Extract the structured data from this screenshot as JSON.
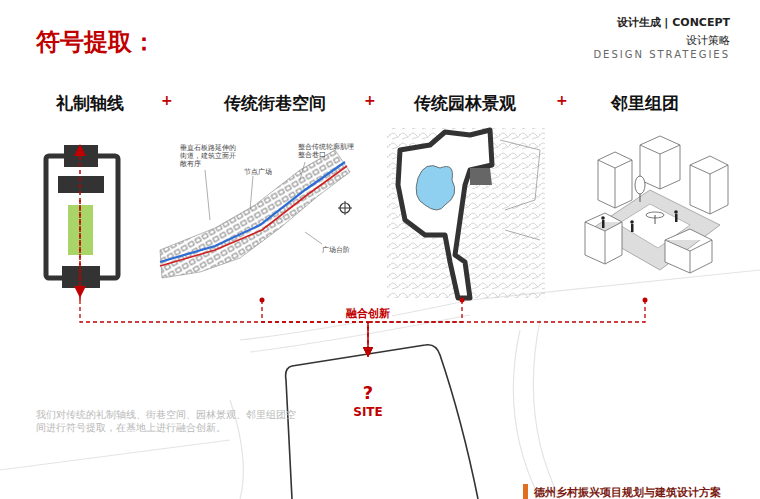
{
  "diagram": {
    "title": "符号提取：",
    "nodes": [
      {
        "text": [
          "礼制轴线"
        ]
      },
      {
        "text": [
          "传统街巷空间"
        ]
      },
      {
        "text": [
          "传统园林景观"
        ]
      },
      {
        "text": [
          "邻里组团"
        ]
      },
      {
        "text": [
          "?",
          "SITE"
        ]
      }
    ],
    "edges": [
      {
        "from": 0,
        "to": 4,
        "arrow": "to"
      },
      {
        "from": 1,
        "to": 4,
        "arrow": "to"
      },
      {
        "from": 2,
        "to": 4,
        "arrow": "to"
      },
      {
        "from": 3,
        "to": 4,
        "arrow": "to"
      }
    ],
    "labels": [
      "设计生成 | CONCEPT",
      "设计策略",
      "DESIGN STRATEGIES",
      "+",
      "+",
      "+",
      "垂直石板路延伸的街道，建筑立面开敞有序",
      "节点广场",
      "整合传统轮廓肌理整合巷口",
      "广场台阶",
      "融合创新",
      "我们对传统的礼制轴线、街巷空间、园林景观、邻里组团空间进行符号提取，在基地上进行融合创新。",
      "德州乡村振兴项目规划与建筑设计方案"
    ]
  }
}
